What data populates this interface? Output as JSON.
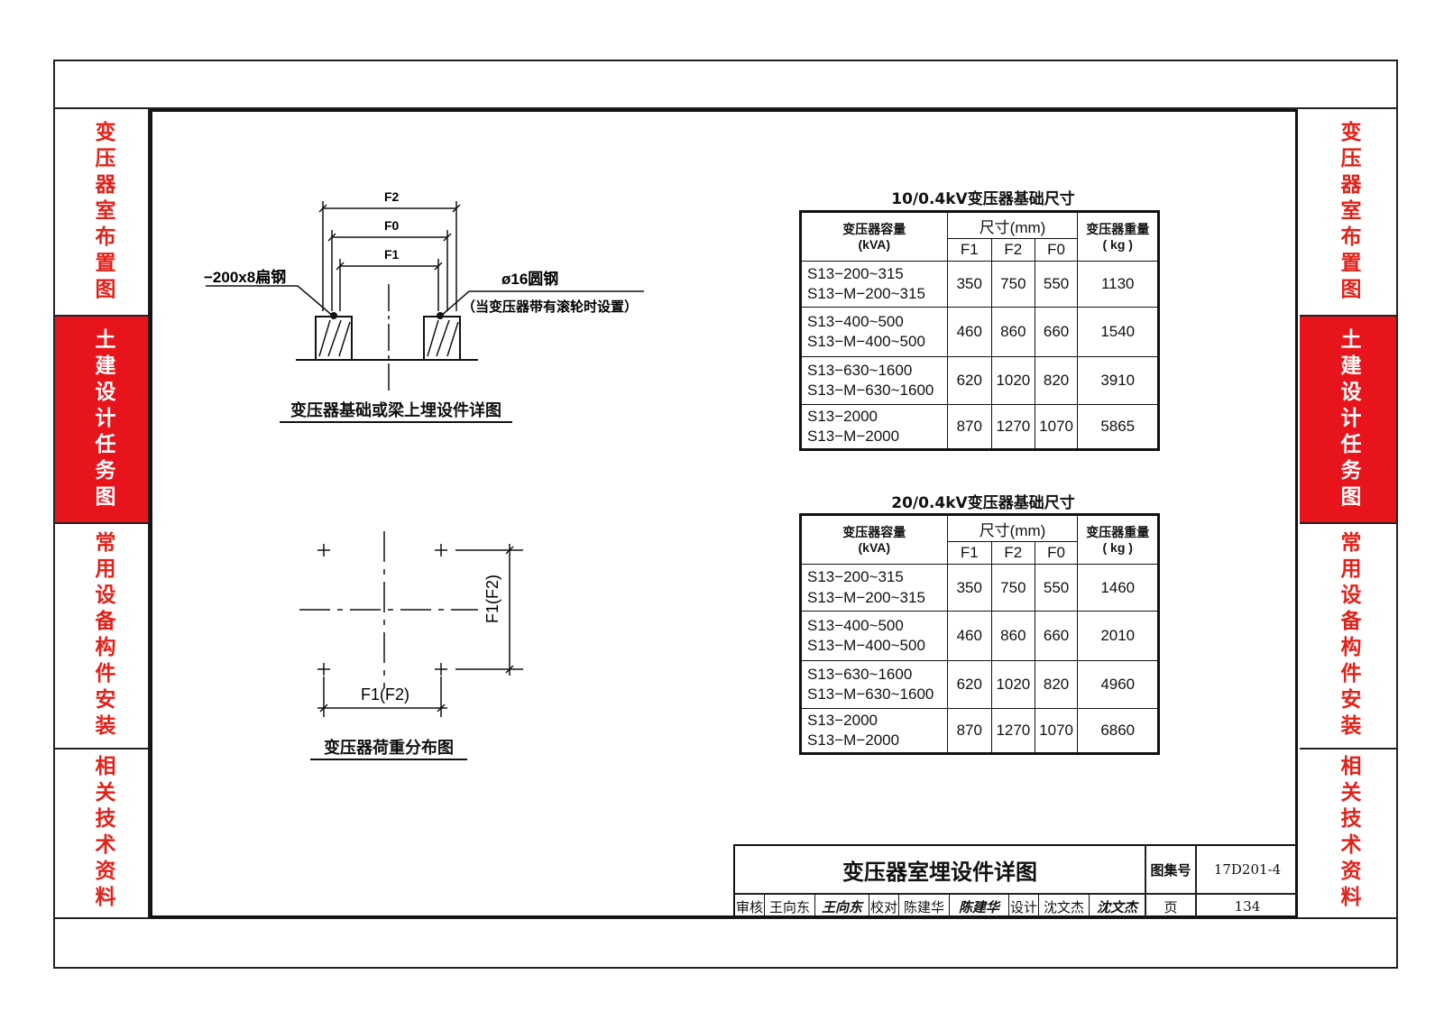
{
  "side_tabs": [
    {
      "label": "变压器室布置图",
      "active": false
    },
    {
      "label": "土建设计任务图",
      "active": true
    },
    {
      "label": "常用设备构件安装",
      "active": false
    },
    {
      "label": "相关技术资料",
      "active": false
    }
  ],
  "detail_figure": {
    "dim_f2": "F2",
    "dim_f0": "F0",
    "dim_f1": "F1",
    "flat_steel_label": "−200x8扁钢",
    "round_steel_label": "ø16圆钢",
    "round_steel_note": "（当变压器带有滚轮时设置）",
    "caption": "变压器基础或梁上埋设件详图"
  },
  "load_figure": {
    "horizontal_dim": "F1(F2)",
    "vertical_dim": "F1(F2)",
    "caption": "变压器荷重分布图"
  },
  "tables": [
    {
      "title": "10/0.4kV变压器基础尺寸",
      "capacity_header": "变压器容量",
      "capacity_unit": "(kVA)",
      "size_header": "尺寸(mm)",
      "size_cols": [
        "F1",
        "F2",
        "F0"
      ],
      "weight_header": "变压器重量",
      "weight_unit": "( kg )",
      "rows": [
        {
          "model_a": "S13−200~315",
          "model_b": "S13−M−200~315",
          "f1": "350",
          "f2": "750",
          "f0": "550",
          "weight": "1130"
        },
        {
          "model_a": "S13−400~500",
          "model_b": "S13−M−400~500",
          "f1": "460",
          "f2": "860",
          "f0": "660",
          "weight": "1540"
        },
        {
          "model_a": "S13−630~1600",
          "model_b": "S13−M−630~1600",
          "f1": "620",
          "f2": "1020",
          "f0": "820",
          "weight": "3910"
        },
        {
          "model_a": "S13−2000",
          "model_b": "S13−M−2000",
          "f1": "870",
          "f2": "1270",
          "f0": "1070",
          "weight": "5865"
        }
      ]
    },
    {
      "title": "20/0.4kV变压器基础尺寸",
      "capacity_header": "变压器容量",
      "capacity_unit": "(kVA)",
      "size_header": "尺寸(mm)",
      "size_cols": [
        "F1",
        "F2",
        "F0"
      ],
      "weight_header": "变压器重量",
      "weight_unit": "( kg )",
      "rows": [
        {
          "model_a": "S13−200~315",
          "model_b": "S13−M−200~315",
          "f1": "350",
          "f2": "750",
          "f0": "550",
          "weight": "1460"
        },
        {
          "model_a": "S13−400~500",
          "model_b": "S13−M−400~500",
          "f1": "460",
          "f2": "860",
          "f0": "660",
          "weight": "2010"
        },
        {
          "model_a": "S13−630~1600",
          "model_b": "S13−M−630~1600",
          "f1": "620",
          "f2": "1020",
          "f0": "820",
          "weight": "4960"
        },
        {
          "model_a": "S13−2000",
          "model_b": "S13−M−2000",
          "f1": "870",
          "f2": "1270",
          "f0": "1070",
          "weight": "6860"
        }
      ]
    }
  ],
  "title_block": {
    "title": "变压器室埋设件详图",
    "atlas_label": "图集号",
    "atlas_no": "17D201-4",
    "review_label": "审核",
    "reviewer": "王向东",
    "reviewer_sig": "王向东",
    "check_label": "校对",
    "checker": "陈建华",
    "checker_sig": "陈建华",
    "design_label": "设计",
    "designer": "沈文杰",
    "designer_sig": "沈文杰",
    "page_label": "页",
    "page_no": "134"
  }
}
